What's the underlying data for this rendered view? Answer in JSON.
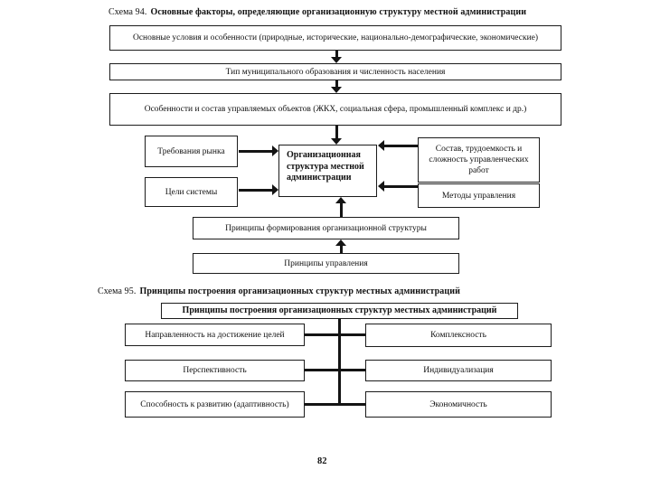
{
  "page": {
    "number": "82"
  },
  "colors": {
    "ink": "#141414",
    "paper": "#ffffff"
  },
  "scheme94": {
    "title_prefix": "Схема 94.",
    "title": "Основные факторы, определяющие организационную структуру местной администрации",
    "boxes": {
      "conditions": "Основные условия и особенности (природные, исторические, национально-демографические, экономические)",
      "municipal_type": "Тип муниципального образования и численность населения",
      "managed_objects": "Особенности и состав управляемых объектов (ЖКХ, социальная сфера, промышленный комплекс и др.)",
      "market_requirements": "Требования рынка",
      "system_goals": "Цели системы",
      "org_structure": "Организационная структура местной администрации",
      "work_composition": "Состав, трудоемкость и сложность управленческих работ",
      "management_methods": "Методы управления",
      "formation_principles": "Принципы формирования организационной структуры",
      "management_principles": "Принципы управления"
    }
  },
  "scheme95": {
    "title_prefix": "Схема 95.",
    "title": "Принципы построения организационных структур местных администраций",
    "header": "Принципы построения организационных структур местных администраций",
    "left": [
      "Направленность на достижение целей",
      "Перспективность",
      "Способность к развитию (адаптивность)"
    ],
    "right": [
      "Комплексность",
      "Индивидуализация",
      "Экономичность"
    ]
  }
}
